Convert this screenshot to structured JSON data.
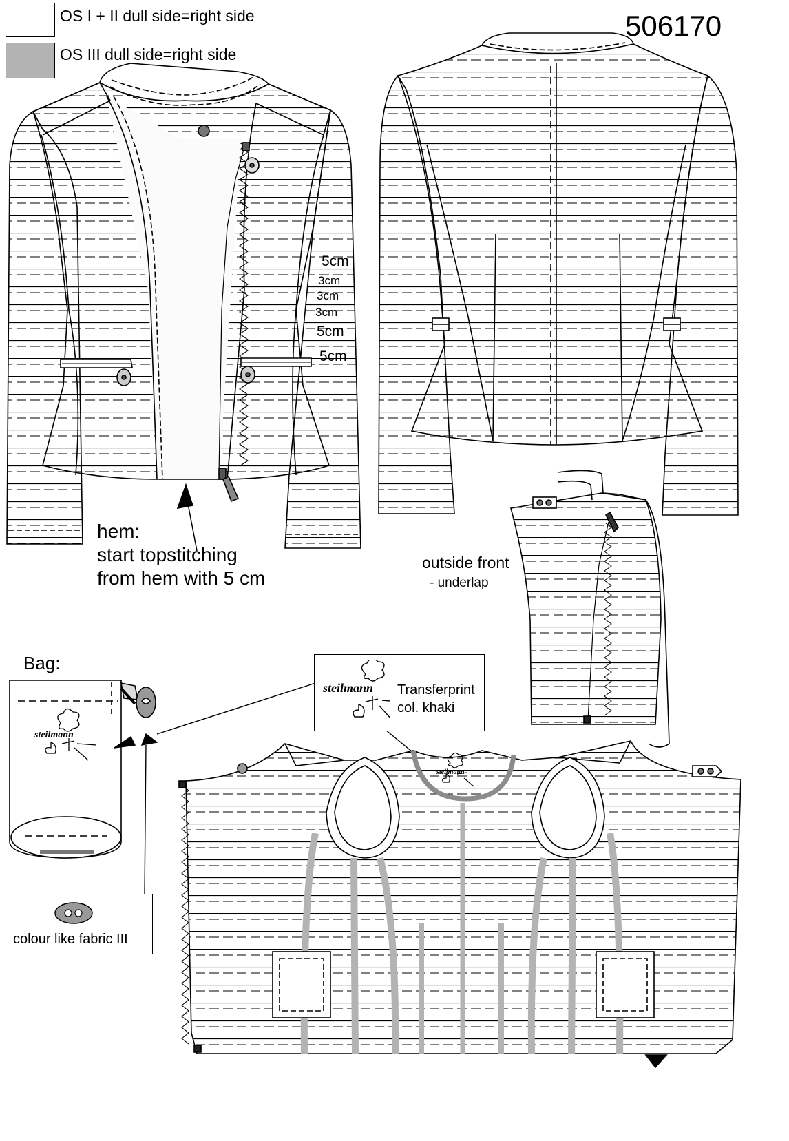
{
  "header": {
    "style_number": "506170",
    "legend": [
      {
        "label": "OS I + II  dull side=right side",
        "color": "#ffffff"
      },
      {
        "label": "OS III  dull side=right side",
        "color": "#b3b3b3"
      }
    ]
  },
  "front_view": {
    "measurements": [
      "5cm",
      "3cm",
      "3cm",
      "3cm",
      "5cm",
      "5cm"
    ],
    "hem_note": [
      "hem:",
      "start topstitching",
      "from hem with 5 cm"
    ]
  },
  "detail_view": {
    "title": "outside front",
    "subtitle": "- underlap"
  },
  "bag": {
    "title": "Bag:",
    "logo_text": "steilmann"
  },
  "transfer_label": {
    "logo_text": "steilmann",
    "line1": "Transferprint",
    "line2": "col. khaki"
  },
  "button_note": {
    "text": "colour like fabric III"
  },
  "inside_view": {
    "neck_logo_text": "steilmann"
  },
  "colors": {
    "fabric_III": "#b3b3b3",
    "line": "#000000"
  }
}
